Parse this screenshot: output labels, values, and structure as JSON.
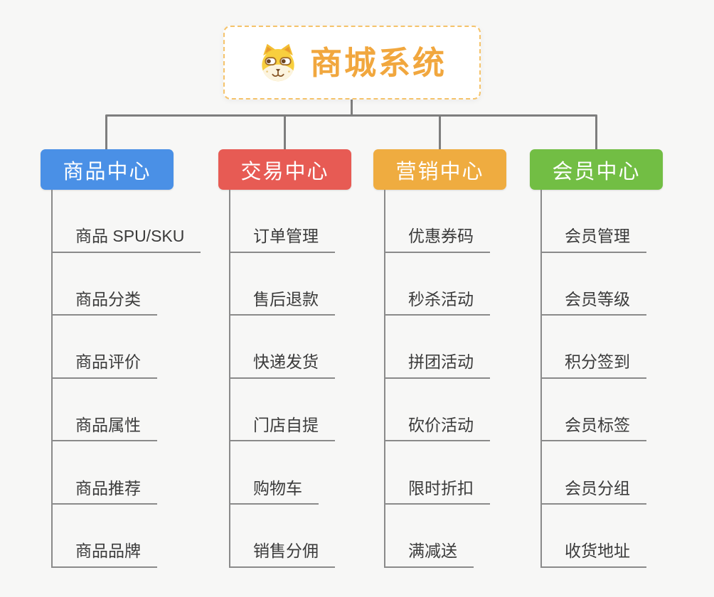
{
  "root": {
    "label": "商城系统",
    "icon": "dog-face-icon",
    "text_color": "#F1A73E",
    "border_color": "#F5C36B"
  },
  "branches": [
    {
      "label": "商品中心",
      "color": "#4A90E6",
      "children": [
        "商品 SPU/SKU",
        "商品分类",
        "商品评价",
        "商品属性",
        "商品推荐",
        "商品品牌"
      ]
    },
    {
      "label": "交易中心",
      "color": "#E75B54",
      "children": [
        "订单管理",
        "售后退款",
        "快递发货",
        "门店自提",
        "购物车",
        "销售分佣"
      ]
    },
    {
      "label": "营销中心",
      "color": "#EFAC40",
      "children": [
        "优惠券码",
        "秒杀活动",
        "拼团活动",
        "砍价活动",
        "限时折扣",
        "满减送"
      ]
    },
    {
      "label": "会员中心",
      "color": "#72BE44",
      "children": [
        "会员管理",
        "会员等级",
        "积分签到",
        "会员标签",
        "会员分组",
        "收货地址"
      ]
    }
  ],
  "colors": {
    "background": "#F7F7F6",
    "connector": "#7E7E7E",
    "leaf_line": "#8A8A8A",
    "leaf_text": "#3B3B3B"
  }
}
